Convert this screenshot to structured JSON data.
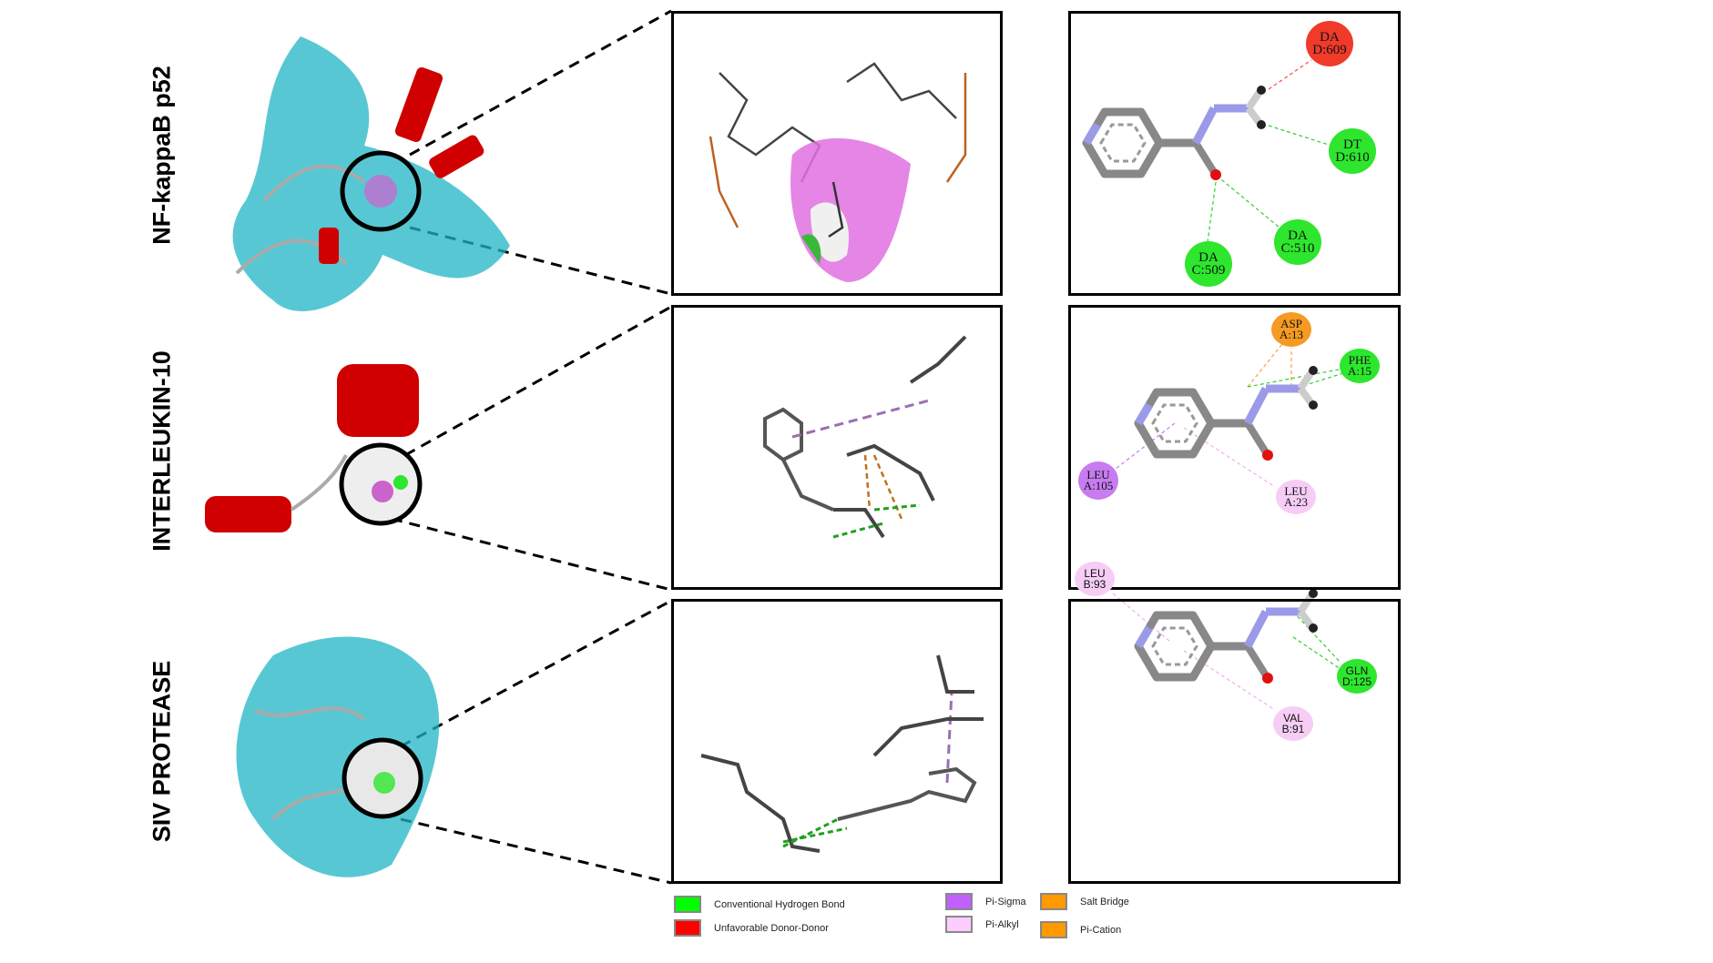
{
  "rows": [
    {
      "label": "NF-kappaB p52",
      "residues": [
        {
          "name": "DA",
          "id": "D:609",
          "type": "Unfavorable Donor-Donor",
          "color": "#f03a2a"
        },
        {
          "name": "DT",
          "id": "D:610",
          "type": "Conventional Hydrogen Bond",
          "color": "#2de62d"
        },
        {
          "name": "DA",
          "id": "C:510",
          "type": "Conventional Hydrogen Bond",
          "color": "#2de62d"
        },
        {
          "name": "DA",
          "id": "C:509",
          "type": "Conventional Hydrogen Bond",
          "color": "#2de62d"
        }
      ]
    },
    {
      "label": "INTERLEUKIN-10",
      "residues": [
        {
          "name": "ASP",
          "id": "A:13",
          "type": "Salt Bridge",
          "color": "#f59a23"
        },
        {
          "name": "PHE",
          "id": "A:15",
          "type": "Conventional Hydrogen Bond",
          "color": "#2de62d"
        },
        {
          "name": "LEU",
          "id": "A:105",
          "type": "Pi-Sigma",
          "color": "#c77cf0"
        },
        {
          "name": "LEU",
          "id": "A:23",
          "type": "Pi-Alkyl",
          "color": "#f5cdf5"
        }
      ]
    },
    {
      "label": "SIV PROTEASE",
      "residues": [
        {
          "name": "LEU",
          "id": "B:93",
          "type": "Pi-Alkyl",
          "color": "#f5cdf5"
        },
        {
          "name": "GLN",
          "id": "D:125",
          "type": "Conventional Hydrogen Bond",
          "color": "#2de62d"
        },
        {
          "name": "VAL",
          "id": "B:91",
          "type": "Pi-Alkyl",
          "color": "#f5cdf5"
        }
      ]
    }
  ],
  "legend": [
    {
      "label": "Conventional Hydrogen Bond",
      "color": "#00ff00"
    },
    {
      "label": "Unfavorable Donor-Donor",
      "color": "#ff0000"
    },
    {
      "label": "Pi-Sigma",
      "color": "#c060ff"
    },
    {
      "label": "Pi-Alkyl",
      "color": "#ffccff"
    },
    {
      "label": "Salt Bridge",
      "color": "#ff9900"
    },
    {
      "label": "Pi-Cation",
      "color": "#ff9900"
    }
  ]
}
